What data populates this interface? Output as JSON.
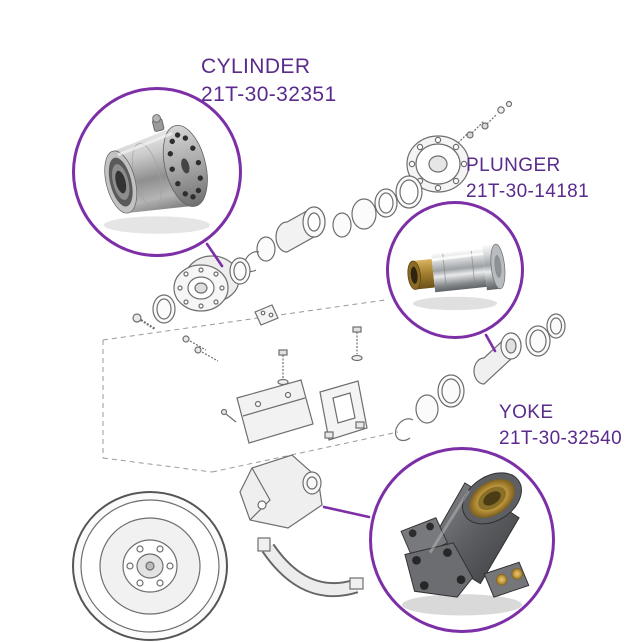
{
  "callouts": [
    {
      "id": "cylinder",
      "name": "CYLINDER",
      "part_number": "21T-30-32351"
    },
    {
      "id": "plunger",
      "name": "PLUNGER",
      "part_number": "21T-30-14181"
    },
    {
      "id": "yoke",
      "name": "YOKE",
      "part_number": "21T-30-32540"
    }
  ],
  "colors": {
    "accent_text": "#5A2B8C",
    "accent_circle": "#7C2FA6",
    "diagram_line": "#6E6E6E",
    "background": "#FFFFFF"
  }
}
